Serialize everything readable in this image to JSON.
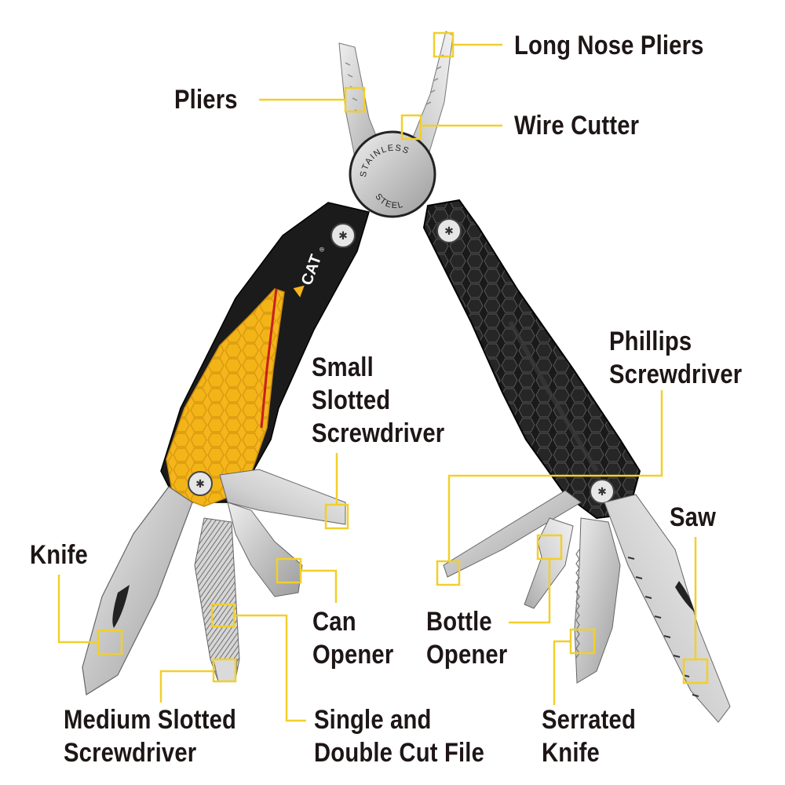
{
  "diagram": {
    "subject": "CAT multi-tool with labeled functions",
    "colors": {
      "background": "#ffffff",
      "callout_line": "#f2cf2b",
      "label_text": "#1e1616",
      "handle_yellow": "#f6b51c",
      "handle_black": "#1b1b1b",
      "accent_red": "#c81e1e",
      "steel": "#c9c9c9"
    },
    "engraving": {
      "line1": "STAINLESS",
      "line2": "STEEL"
    },
    "logo": {
      "text": "CAT",
      "registered": "®"
    },
    "labels": {
      "long_nose_pliers": {
        "lines": [
          "Long Nose Pliers"
        ]
      },
      "pliers": {
        "lines": [
          "Pliers"
        ]
      },
      "wire_cutter": {
        "lines": [
          "Wire Cutter"
        ]
      },
      "phillips_screwdriver": {
        "lines": [
          "Phillips",
          "Screwdriver"
        ]
      },
      "small_slotted_screwdriver": {
        "lines": [
          "Small",
          "Slotted",
          "Screwdriver"
        ]
      },
      "saw": {
        "lines": [
          "Saw"
        ]
      },
      "knife": {
        "lines": [
          "Knife"
        ]
      },
      "can_opener": {
        "lines": [
          "Can",
          "Opener"
        ]
      },
      "bottle_opener": {
        "lines": [
          "Bottle",
          "Opener"
        ]
      },
      "medium_slotted_screwdriver": {
        "lines": [
          "Medium Slotted",
          "Screwdriver"
        ]
      },
      "single_double_cut_file": {
        "lines": [
          "Single and",
          "Double Cut File"
        ]
      },
      "serrated_knife": {
        "lines": [
          "Serrated",
          "Knife"
        ]
      }
    }
  }
}
